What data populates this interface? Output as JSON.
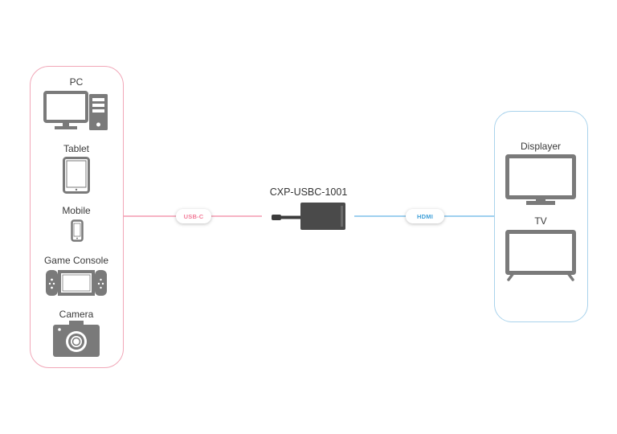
{
  "source_devices": {
    "items": [
      {
        "label": "PC",
        "icon": "pc-icon"
      },
      {
        "label": "Tablet",
        "icon": "tablet-icon"
      },
      {
        "label": "Mobile",
        "icon": "mobile-icon"
      },
      {
        "label": "Game Console",
        "icon": "game-console-icon"
      },
      {
        "label": "Camera",
        "icon": "camera-icon"
      }
    ],
    "border_color": "#f1a7b8"
  },
  "connection_in": {
    "label": "USB-C",
    "color": "#f27b98"
  },
  "adapter": {
    "model": "CXP-USBC-1001",
    "icon": "usb-c-adapter-icon"
  },
  "connection_out": {
    "label": "HDMI",
    "color": "#3f9fd8"
  },
  "display_devices": {
    "items": [
      {
        "label": "Displayer",
        "icon": "monitor-icon"
      },
      {
        "label": "TV",
        "icon": "tv-icon"
      }
    ],
    "border_color": "#a9d3ec"
  },
  "icon_color": "#7a7a7a"
}
